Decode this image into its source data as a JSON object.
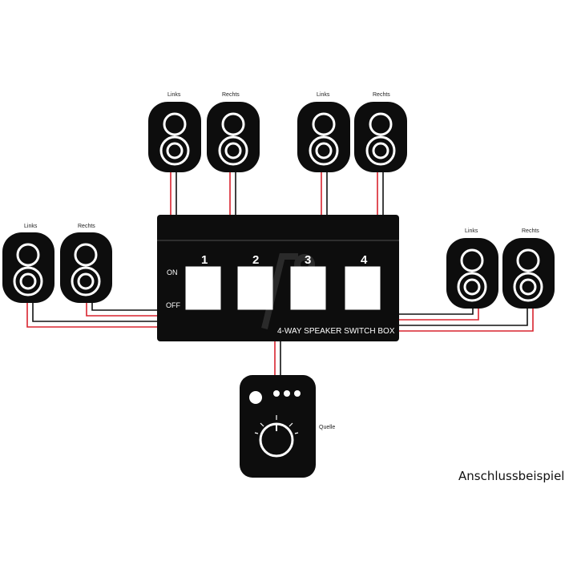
{
  "switch_box": {
    "title": "4-WAY SPEAKER SWITCH BOX",
    "on_label": "ON",
    "off_label": "OFF",
    "switches": [
      "1",
      "2",
      "3",
      "4"
    ]
  },
  "speakers": {
    "top_left_pair": [
      "Links",
      "Rechts"
    ],
    "top_right_pair": [
      "Links",
      "Rechts"
    ],
    "left_pair": [
      "Links",
      "Rechts"
    ],
    "right_pair": [
      "Links",
      "Rechts"
    ]
  },
  "source": {
    "label": "Quelle"
  },
  "caption": "Anschlussbeispiel",
  "colors": {
    "device": "#0d0d0d",
    "wire_red": "#d9232e",
    "wire_black": "#111111",
    "background": "#ffffff"
  }
}
